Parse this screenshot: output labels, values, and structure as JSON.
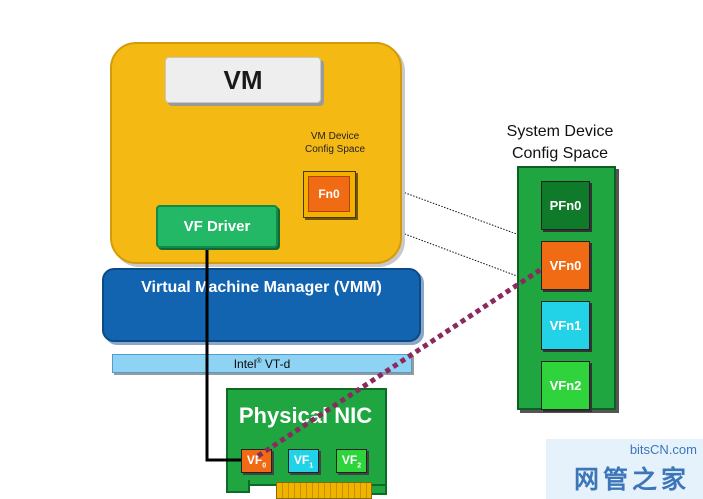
{
  "vm": {
    "title": "VM",
    "device_caption_line1": "VM Device",
    "device_caption_line2": "Config Space",
    "fn0": "Fn0",
    "vf_driver": "VF Driver"
  },
  "vmm": {
    "label": "Virtual Machine Manager (VMM)"
  },
  "vtd": {
    "prefix": "Intel",
    "reg": "®",
    "suffix": " VT-d"
  },
  "nic": {
    "title": "Physical NIC",
    "vfs": [
      {
        "base": "VF",
        "sub": "0",
        "color": "#f06b14"
      },
      {
        "base": "VF",
        "sub": "1",
        "color": "#22d3e8"
      },
      {
        "base": "VF",
        "sub": "2",
        "color": "#2fd43d"
      }
    ]
  },
  "system": {
    "caption_line1": "System Device",
    "caption_line2": "Config Space",
    "functions": [
      {
        "label": "PFn0",
        "color": "#0e7a2a"
      },
      {
        "label": "VFn0",
        "color": "#f06b14"
      },
      {
        "label": "VFn1",
        "color": "#22d3e8"
      },
      {
        "label": "VFn2",
        "color": "#2fd43d"
      }
    ]
  },
  "watermark": {
    "small": "bitsCN.com",
    "large": "网管之家"
  },
  "colors": {
    "dma_path": "#8a2a5e",
    "config_link": "#111111"
  }
}
